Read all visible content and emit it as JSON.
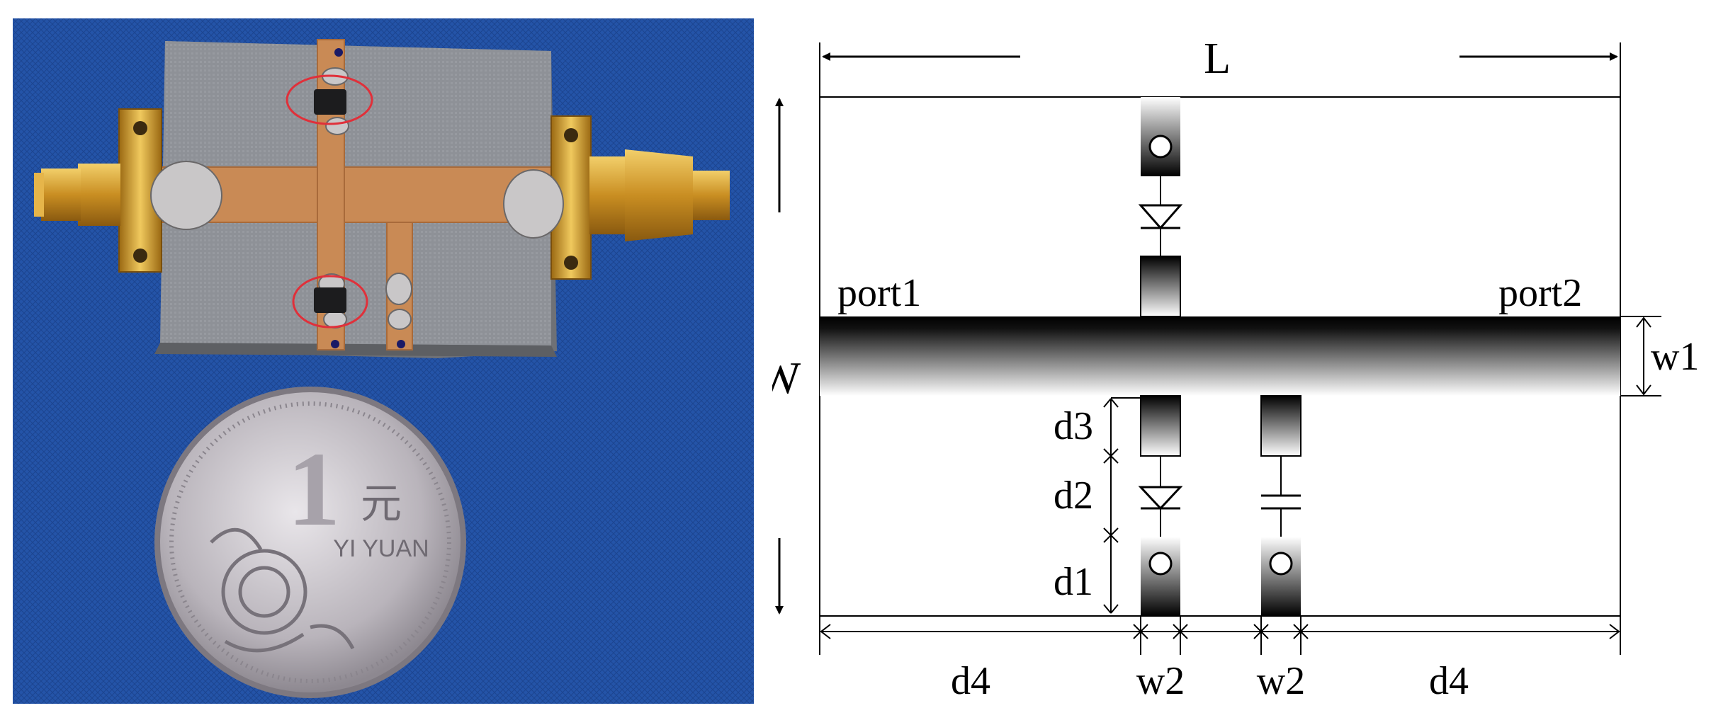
{
  "photo": {
    "coin": {
      "numeral": "1",
      "character": "元",
      "legend": "YI YUAN"
    }
  },
  "diagram": {
    "labels": {
      "L": "L",
      "W": "W",
      "w1": "w1",
      "w2_left": "w2",
      "w2_right": "w2",
      "d1": "d1",
      "d2": "d2",
      "d3": "d3",
      "d4_left": "d4",
      "d4_right": "d4",
      "port1": "port1",
      "port2": "port2"
    },
    "colors": {
      "background_photo": "#1f4fa3",
      "substrate": "#8f9298",
      "copper": "#c98a55",
      "connector_gold": "#d7a43b",
      "highlight_circle": "#e0303a",
      "line": "#000000"
    }
  }
}
